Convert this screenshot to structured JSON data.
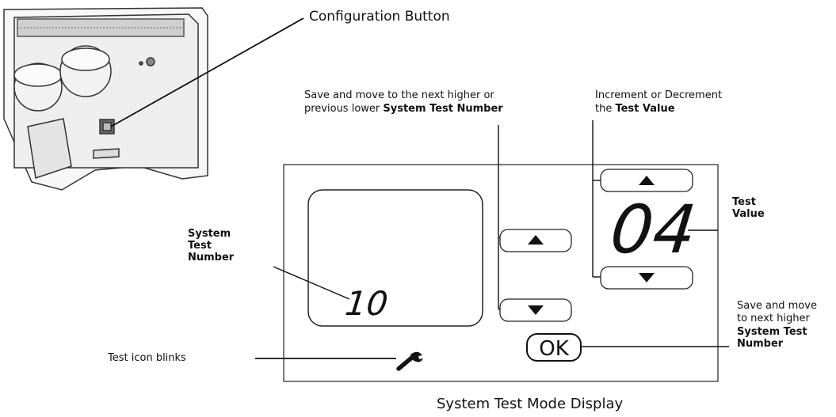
{
  "labels": {
    "configuration_button": "Configuration Button",
    "save_move_line1": "Save and move to the next higher or",
    "save_move_line2_prefix": "previous lower ",
    "save_move_line2_bold": "System Test Number",
    "increment_line1": "Increment or Decrement",
    "increment_line2_prefix": "the ",
    "increment_line2_bold": "Test Value",
    "test_value": "Test\nValue",
    "system_test_number": "System\nTest\nNumber",
    "save_next_line1": "Save and move",
    "save_next_line2": "to next higher",
    "save_next_bold": "System Test\nNumber",
    "test_icon_blinks": "Test icon blinks",
    "caption": "System Test Mode Display"
  },
  "display": {
    "system_test_number": "10",
    "test_value": "04",
    "ok_label": "OK"
  },
  "icons": {
    "arrow_up": "triangle-up",
    "arrow_down": "triangle-down",
    "test_icon": "wrench-icon"
  }
}
